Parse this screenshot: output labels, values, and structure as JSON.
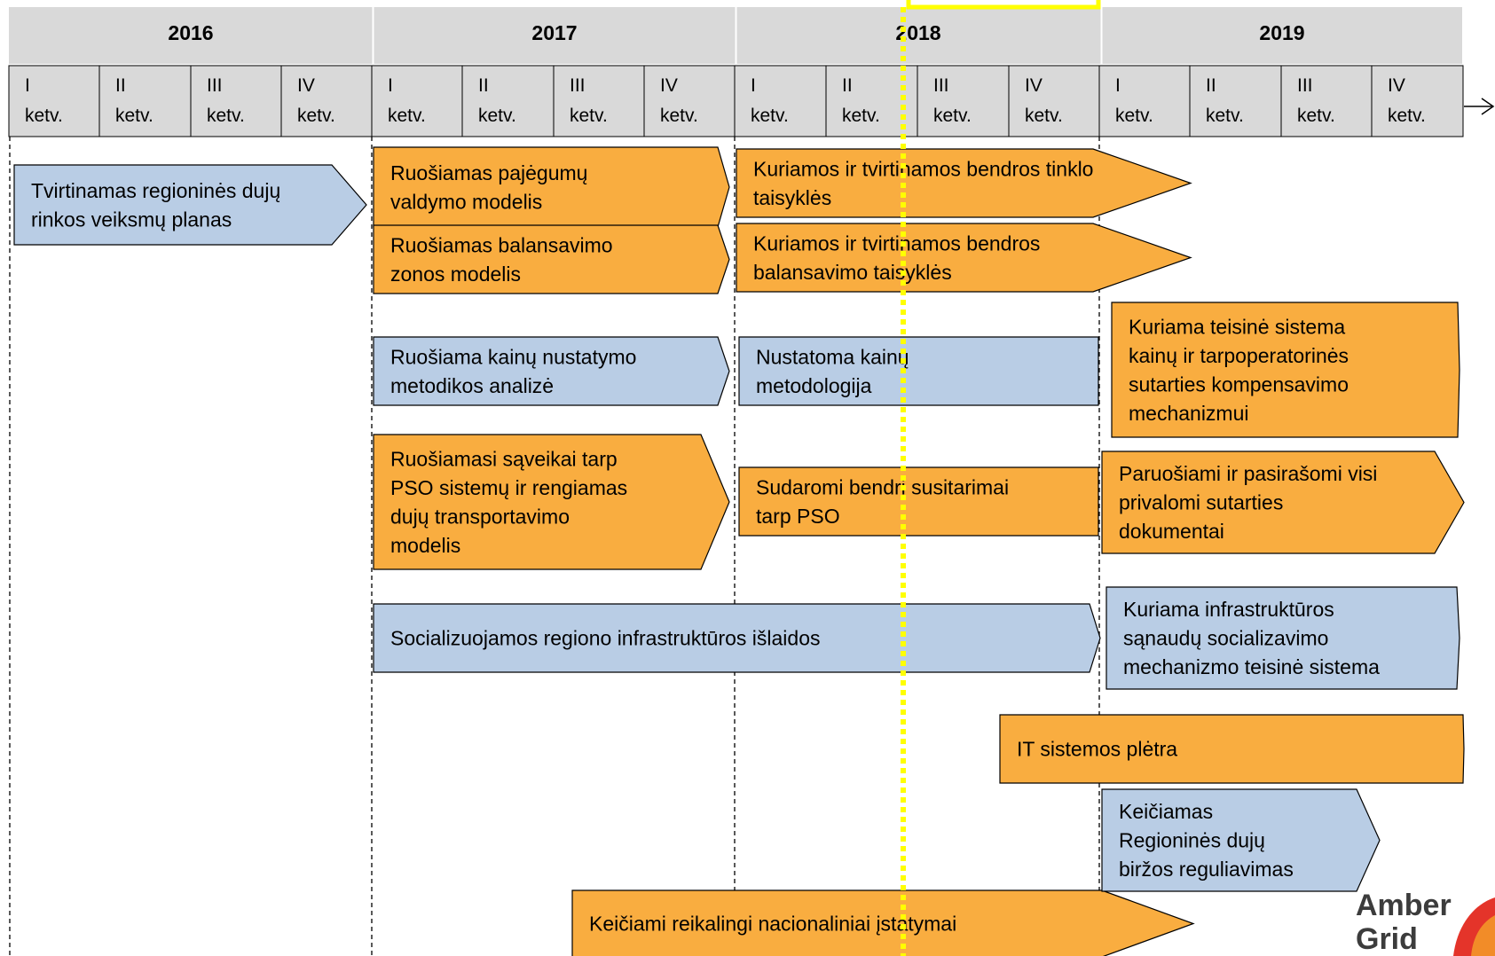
{
  "timeline": {
    "years": [
      {
        "id": "2016",
        "label": "2016"
      },
      {
        "id": "2017",
        "label": "2017"
      },
      {
        "id": "2018",
        "label": "2018"
      },
      {
        "id": "2019",
        "label": "2019"
      }
    ],
    "quarters": [
      {
        "num": "I",
        "unit": "ketv."
      },
      {
        "num": "II",
        "unit": "ketv."
      },
      {
        "num": "III",
        "unit": "ketv."
      },
      {
        "num": "IV",
        "unit": "ketv."
      },
      {
        "num": "I",
        "unit": "ketv."
      },
      {
        "num": "II",
        "unit": "ketv."
      },
      {
        "num": "III",
        "unit": "ketv."
      },
      {
        "num": "IV",
        "unit": "ketv."
      },
      {
        "num": "I",
        "unit": "ketv."
      },
      {
        "num": "II",
        "unit": "ketv."
      },
      {
        "num": "III",
        "unit": "ketv."
      },
      {
        "num": "IV",
        "unit": "ketv."
      },
      {
        "num": "I",
        "unit": "ketv."
      },
      {
        "num": "II",
        "unit": "ketv."
      },
      {
        "num": "III",
        "unit": "ketv."
      },
      {
        "num": "IV",
        "unit": "ketv."
      }
    ]
  },
  "colors": {
    "orange": "#f9ad40",
    "blue": "#b9cde5",
    "header_gray": "#d9d9d9",
    "current_date_line": "#ffff00",
    "logo_red": "#e4342a",
    "logo_orange": "#f28c28",
    "logo_text": "#3c3c3c"
  },
  "tasks": [
    {
      "id": "t1",
      "color": "blue",
      "lines": [
        "Tvirtinamas regioninės dujų",
        "rinkos veiksmų planas"
      ]
    },
    {
      "id": "t2",
      "color": "orange",
      "lines": [
        "Ruošiamas pajėgumų",
        "valdymo modelis"
      ]
    },
    {
      "id": "t3",
      "color": "orange",
      "lines": [
        "Ruošiamas balansavimo",
        "zonos modelis"
      ]
    },
    {
      "id": "t4",
      "color": "blue",
      "lines": [
        "Ruošiama kainų nustatymo",
        "metodikos analizė"
      ]
    },
    {
      "id": "t5",
      "color": "orange",
      "lines": [
        "Ruošiamasi sąveikai tarp",
        "PSO sistemų ir rengiamas",
        "dujų transportavimo",
        "modelis"
      ]
    },
    {
      "id": "t6",
      "color": "blue",
      "lines": [
        "Socializuojamos regiono infrastruktūros išlaidos"
      ]
    },
    {
      "id": "t7",
      "color": "orange",
      "lines": [
        "Keičiami reikalingi nacionaliniai įstatymai"
      ]
    },
    {
      "id": "t8",
      "color": "orange",
      "lines": [
        "Kuriamos ir tvirtinamos bendros tinklo",
        "taisyklės"
      ]
    },
    {
      "id": "t9",
      "color": "orange",
      "lines": [
        "Kuriamos ir tvirtinamos bendros",
        "balansavimo taisyklės"
      ]
    },
    {
      "id": "t10",
      "color": "blue",
      "lines": [
        "Nustatoma kainų",
        "metodologija"
      ]
    },
    {
      "id": "t11",
      "color": "orange",
      "lines": [
        "Sudaromi bendri susitarimai",
        "tarp PSO"
      ]
    },
    {
      "id": "t12",
      "color": "orange",
      "lines": [
        "Kuriama teisinė sistema",
        "kainų ir tarpoperatorinės",
        "sutarties kompensavimo",
        "mechanizmui"
      ]
    },
    {
      "id": "t13",
      "color": "orange",
      "lines": [
        "Paruošiami ir pasirašomi visi",
        "privalomi sutarties",
        "dokumentai"
      ]
    },
    {
      "id": "t14",
      "color": "blue",
      "lines": [
        "Kuriama infrastruktūros",
        "sąnaudų socializavimo",
        "mechanizmo teisinė sistema"
      ]
    },
    {
      "id": "t15",
      "color": "orange",
      "lines": [
        "IT sistemos plėtra"
      ]
    },
    {
      "id": "t16",
      "color": "blue",
      "lines": [
        "Keičiamas",
        "Regioninės dujų",
        "biržos reguliavimas"
      ]
    }
  ],
  "logo": {
    "lines": [
      "Amber",
      "Grid"
    ]
  }
}
